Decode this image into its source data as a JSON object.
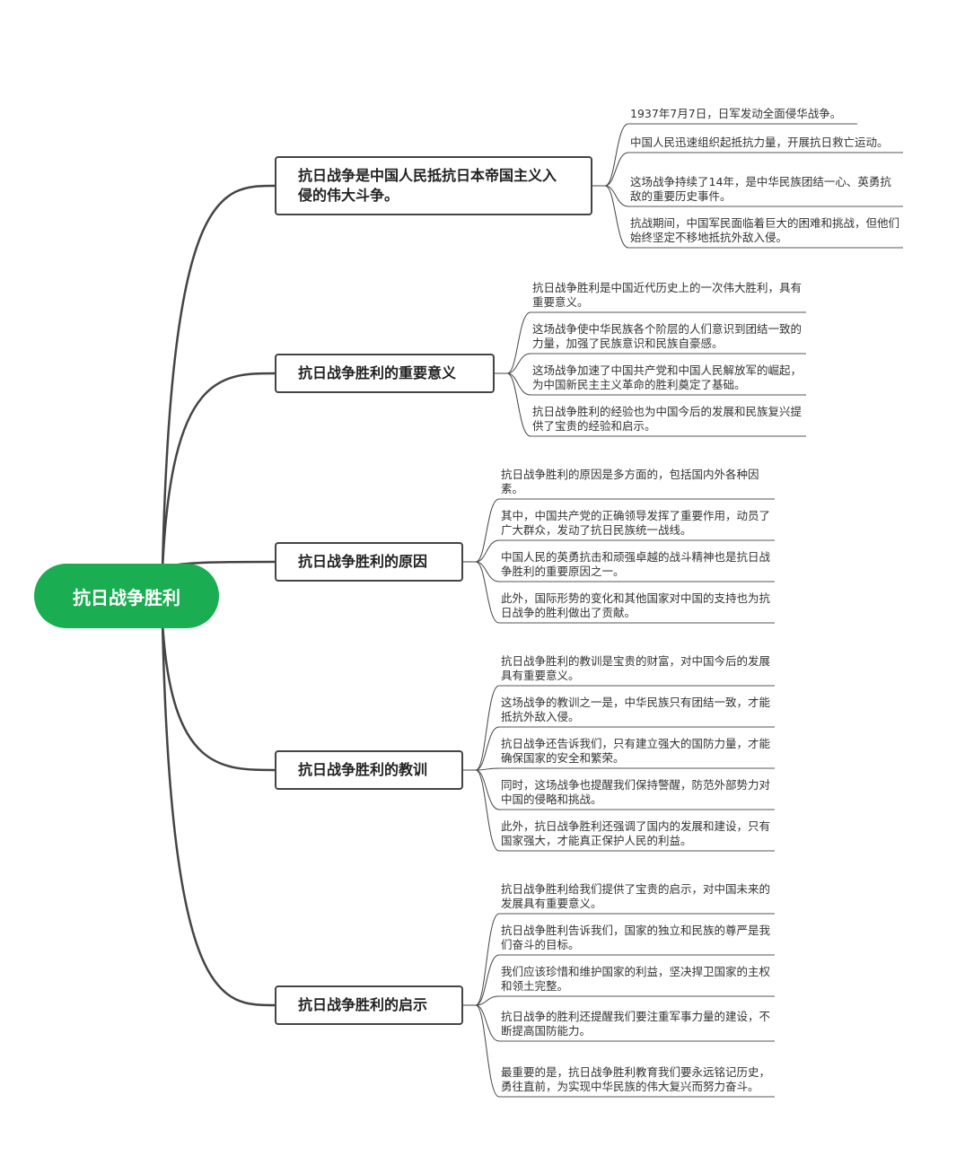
{
  "root": {
    "label": "抗日战争胜利"
  },
  "branches": [
    {
      "label": "抗日战争是中国人民抵抗日本帝国主义入侵的伟大斗争。",
      "leaves": [
        "1937年7月7日，日军发动全面侵华战争。",
        "中国人民迅速组织起抵抗力量，开展抗日救亡运动。",
        "这场战争持续了14年，是中华民族团结一心、英勇抗敌的重要历史事件。",
        "抗战期间，中国军民面临着巨大的困难和挑战，但他们始终坚定不移地抵抗外敌入侵。"
      ]
    },
    {
      "label": "抗日战争胜利的重要意义",
      "leaves": [
        "抗日战争胜利是中国近代历史上的一次伟大胜利，具有重要意义。",
        "这场战争使中华民族各个阶层的人们意识到团结一致的力量，加强了民族意识和民族自豪感。",
        "这场战争加速了中国共产党和中国人民解放军的崛起，为中国新民主主义革命的胜利奠定了基础。",
        "抗日战争胜利的经验也为中国今后的发展和民族复兴提供了宝贵的经验和启示。"
      ]
    },
    {
      "label": "抗日战争胜利的原因",
      "leaves": [
        "抗日战争胜利的原因是多方面的，包括国内外各种因素。",
        "其中，中国共产党的正确领导发挥了重要作用，动员了广大群众，发动了抗日民族统一战线。",
        "中国人民的英勇抗击和顽强卓越的战斗精神也是抗日战争胜利的重要原因之一。",
        "此外，国际形势的变化和其他国家对中国的支持也为抗日战争的胜利做出了贡献。"
      ]
    },
    {
      "label": "抗日战争胜利的教训",
      "leaves": [
        "抗日战争胜利的教训是宝贵的财富，对中国今后的发展具有重要意义。",
        "这场战争的教训之一是，中华民族只有团结一致，才能抵抗外敌入侵。",
        "抗日战争还告诉我们，只有建立强大的国防力量，才能确保国家的安全和繁荣。",
        "同时，这场战争也提醒我们保持警醒，防范外部势力对中国的侵略和挑战。",
        "此外，抗日战争胜利还强调了国内的发展和建设，只有国家强大，才能真正保护人民的利益。"
      ]
    },
    {
      "label": "抗日战争胜利的启示",
      "leaves": [
        "抗日战争胜利给我们提供了宝贵的启示，对中国未来的发展具有重要意义。",
        "抗日战争胜利告诉我们，国家的独立和民族的尊严是我们奋斗的目标。",
        "我们应该珍惜和维护国家的利益，坚决捍卫国家的主权和领土完整。",
        "抗日战争的胜利还提醒我们要注重军事力量的建设，不断提高国防能力。",
        "最重要的是，抗日战争胜利教育我们要永远铭记历史，勇往直前，为实现中华民族的伟大复兴而努力奋斗。"
      ]
    }
  ]
}
